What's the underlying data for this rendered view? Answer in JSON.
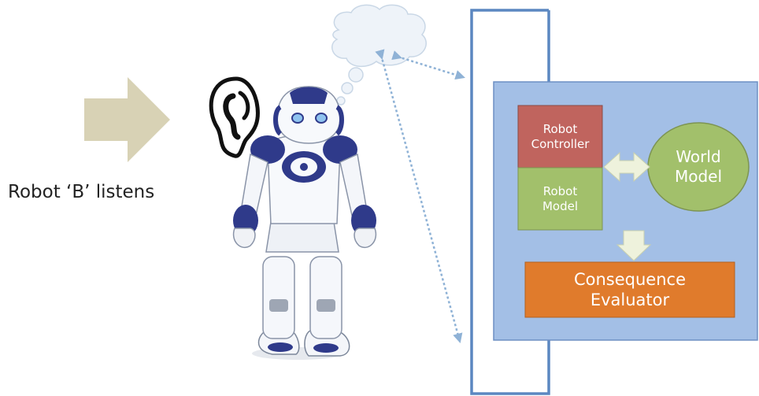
{
  "caption": "Robot ‘B’ listens",
  "blocks": {
    "robot_controller": "Robot\nController",
    "robot_model": "Robot\nModel",
    "world_model": "World\nModel",
    "consequence_evaluator": "Consequence\nEvaluator"
  },
  "colors": {
    "panel": "#a3bfe6",
    "panel_border": "#6d8fc4",
    "loop_line": "#5b87c1",
    "robot_controller": "#c0645e",
    "robot_model": "#a2c06b",
    "world_model": "#a2c06b",
    "consequence_evaluator": "#e07b2c",
    "input_arrow": "#d8d2b5",
    "inner_arrow": "#eef2dc"
  },
  "icons": [
    "ear-icon",
    "robot-figure-icon",
    "thought-cloud-icon",
    "input-arrow-icon"
  ]
}
